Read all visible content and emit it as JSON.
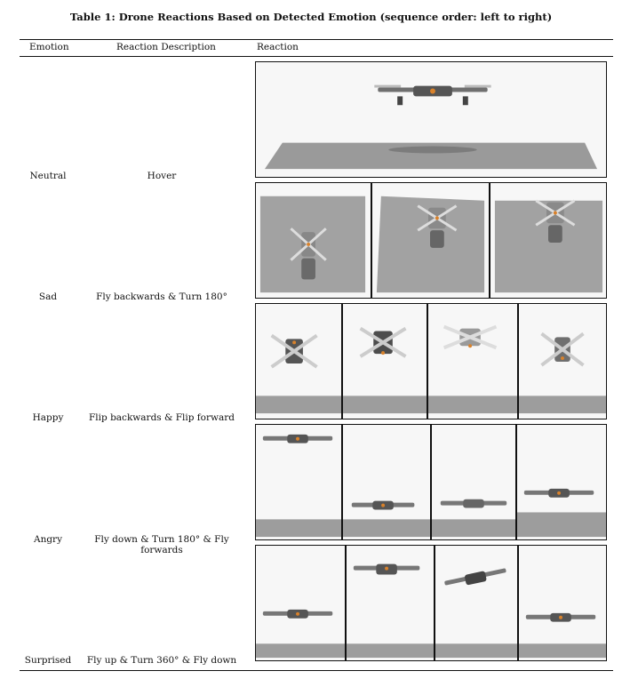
{
  "table": {
    "caption": "Table 1: Drone Reactions Based on Detected Emotion (sequence order: left to right)",
    "headers": {
      "emotion": "Emotion",
      "description": "Reaction Description",
      "reaction": "Reaction"
    },
    "rows": [
      {
        "emotion": "Neutral",
        "description": "Hover"
      },
      {
        "emotion": "Sad",
        "description": "Fly backwards & Turn 180°"
      },
      {
        "emotion": "Happy",
        "description": "Flip backwards & Flip forward"
      },
      {
        "emotion": "Angry",
        "description": "Fly down & Turn 180° & Fly forwards"
      },
      {
        "emotion": "Surprised",
        "description": "Fly up & Turn 360° & Fly down"
      }
    ]
  }
}
